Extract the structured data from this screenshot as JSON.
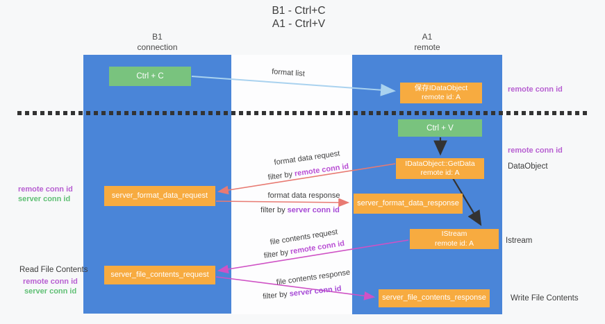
{
  "title": {
    "line1": "B1 - Ctrl+C",
    "line2": "A1 - Ctrl+V"
  },
  "lanes": {
    "b1": {
      "name": "B1",
      "subtitle": "connection"
    },
    "a1": {
      "name": "A1",
      "subtitle": "remote"
    }
  },
  "nodes": {
    "ctrl_c": {
      "label": "Ctrl + C"
    },
    "save_idataobject": {
      "title": "保存IDataObject",
      "subtitle": "remote id: A"
    },
    "ctrl_v": {
      "label": "Ctrl + V"
    },
    "getdata": {
      "title": "IDataObject::GetData",
      "subtitle": "remote id: A"
    },
    "server_format_data_request": {
      "label": "server_format_data_request"
    },
    "server_format_data_response": {
      "label": "server_format_data_response"
    },
    "istream": {
      "title": "IStream",
      "subtitle": "remote id: A"
    },
    "server_file_contents_request": {
      "label": "server_file_contents_request"
    },
    "server_file_contents_response": {
      "label": "server_file_contents_response"
    }
  },
  "flow_labels": {
    "format_list": "format list",
    "format_data_request": {
      "text": "format data request",
      "filter_prefix": "filter by ",
      "filter_key": "remote conn id"
    },
    "format_data_response": {
      "text": "format data response",
      "filter_prefix": "filter by ",
      "filter_key": "server conn id"
    },
    "file_contents_request": {
      "text": "file contents request",
      "filter_prefix": "filter by ",
      "filter_key": "remote conn id"
    },
    "file_contents_response": {
      "text": "file contents response",
      "filter_prefix": "filter by ",
      "filter_key": "server conn id"
    }
  },
  "annotations": {
    "right_remote_conn_id_top": "remote conn id",
    "right_remote_conn_id_mid": "remote conn id",
    "dataobject": "DataObject",
    "istream": "Istream",
    "write_file_contents": "Write File Contents",
    "left_remote_conn_id": "remote conn id",
    "left_server_conn_id": "server conn id",
    "read_file_contents": "Read File Contents",
    "left_bottom_remote_conn_id": "remote conn id",
    "left_bottom_server_conn_id": "server conn id"
  },
  "colors": {
    "lane_blue": "#4a85d8",
    "node_green": "#79c37e",
    "node_orange": "#f7ab40",
    "label_purple": "#b75fd1",
    "label_green": "#5fbf74",
    "arrow_light_blue": "#a9d2ef",
    "arrow_salmon": "#e87a72",
    "arrow_magenta": "#cf52c5",
    "arrow_black": "#333333",
    "separator_dark": "#333333"
  }
}
